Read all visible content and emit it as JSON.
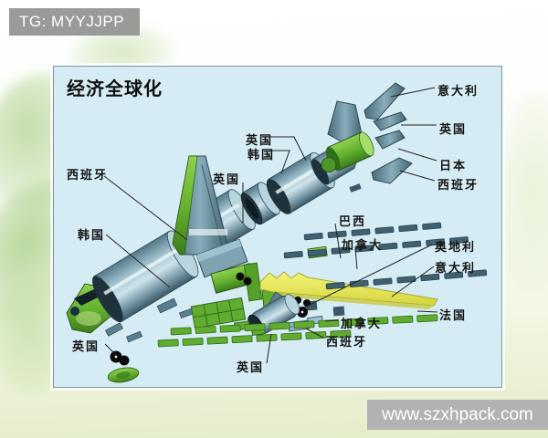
{
  "watermarks": {
    "top_badge": "TG: MYYJJPP",
    "bottom_badge": "www.szxhpack.com"
  },
  "diagram": {
    "title": "经济全球化",
    "subject": "exploded airliner with country-of-origin part labels",
    "labels": [
      {
        "id": "italy-tailplane",
        "text": "意大利"
      },
      {
        "id": "uk-tailcone",
        "text": "英国"
      },
      {
        "id": "japan-tailpiece",
        "text": "日本"
      },
      {
        "id": "spain-tailwing",
        "text": "西班牙"
      },
      {
        "id": "uk-fuselage-mid",
        "text": "英国"
      },
      {
        "id": "korea-fuselage-mid",
        "text": "韩国"
      },
      {
        "id": "uk-fuselage",
        "text": "英国"
      },
      {
        "id": "spain-tailfin",
        "text": "西班牙"
      },
      {
        "id": "korea-fuselage-fwd",
        "text": "韩国"
      },
      {
        "id": "brazil-slats",
        "text": "巴西"
      },
      {
        "id": "canada-slats",
        "text": "加拿大"
      },
      {
        "id": "austria-gear",
        "text": "奥地利"
      },
      {
        "id": "italy-flap",
        "text": "意大利"
      },
      {
        "id": "france-wing",
        "text": "法国"
      },
      {
        "id": "canada-part",
        "text": "加拿大"
      },
      {
        "id": "spain-plate",
        "text": "西班牙"
      },
      {
        "id": "uk-engine",
        "text": "英国"
      },
      {
        "id": "uk-gear",
        "text": "英国"
      }
    ],
    "colors": {
      "panel_bg": "#d6ecf4",
      "fuselage_blue": "#7fa3b2",
      "part_green": "#61ac30",
      "wing_yellow": "#ecec58",
      "strip_dark": "#41606f",
      "badge_gray": "#9a9a9a"
    }
  }
}
